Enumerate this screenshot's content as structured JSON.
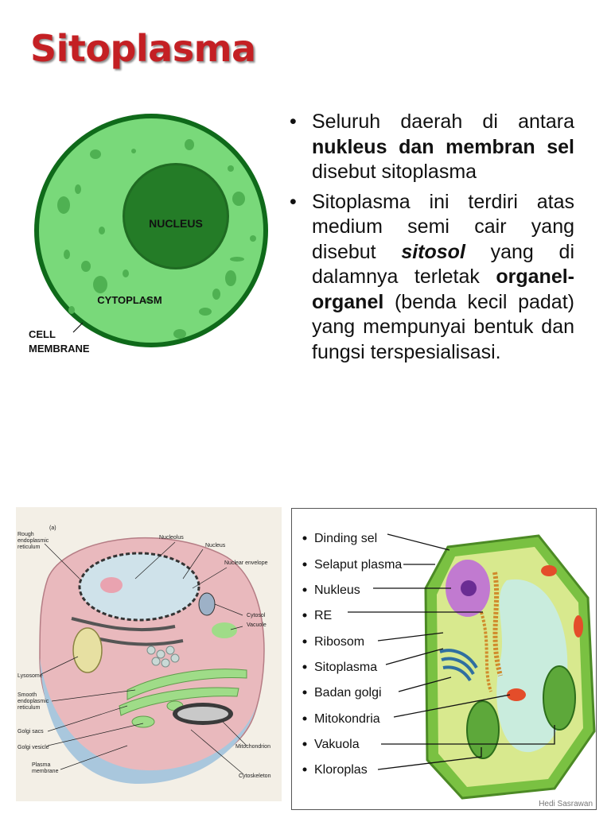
{
  "title": "Sitoplasma",
  "bullets": {
    "b1_a": "Seluruh daerah di antara ",
    "b1_b": "nukleus dan membran sel",
    "b1_c": " disebut sitoplasma",
    "b2_a": "Sitoplasma ini terdiri atas medium semi cair yang disebut ",
    "b2_b": "sitosol",
    "b2_c": " yang di dalamnya terletak ",
    "b2_d": "organel-organel",
    "b2_e": " (benda kecil padat) yang mempunyai bentuk dan fungsi terspesialisasi."
  },
  "cell_diagram": {
    "nucleus": "NUCLEUS",
    "cytoplasm": "CYTOPLASM",
    "membrane_1": "CELL",
    "membrane_2": "MEMBRANE"
  },
  "animal_cell": {
    "panel": "(a)",
    "rough_er_1": "Rough",
    "rough_er_2": "endoplasmic",
    "rough_er_3": "reticulum",
    "nucleolus": "Nucleolus",
    "nucleus": "Nucleus",
    "nuclear_envelope": "Nuclear envelope",
    "cytosol": "Cytosol",
    "vacuole": "Vacuole",
    "lysosome": "Lysosome",
    "smooth_er_1": "Smooth",
    "smooth_er_2": "endoplasmic",
    "smooth_er_3": "reticulum",
    "golgi_sacs": "Golgi sacs",
    "golgi_vesicle": "Golgi vesicle",
    "plasma_1": "Plasma",
    "plasma_2": "membrane",
    "mitochondrion": "Mitochondrion",
    "cytoskeleton": "Cytoskeleton"
  },
  "plant_cell": {
    "labels": [
      "Dinding sel",
      "Selaput plasma",
      "Nukleus",
      "RE",
      "Ribosom",
      "Sitoplasma",
      "Badan golgi",
      "Mitokondria",
      "Vakuola",
      "Kloroplas"
    ],
    "credit": "Hedi Sasrawan"
  },
  "colors": {
    "title": "#c42024",
    "cell_green": "#79d97a",
    "nucleus_green": "#1f6b22",
    "wall_green": "#7ac142"
  }
}
